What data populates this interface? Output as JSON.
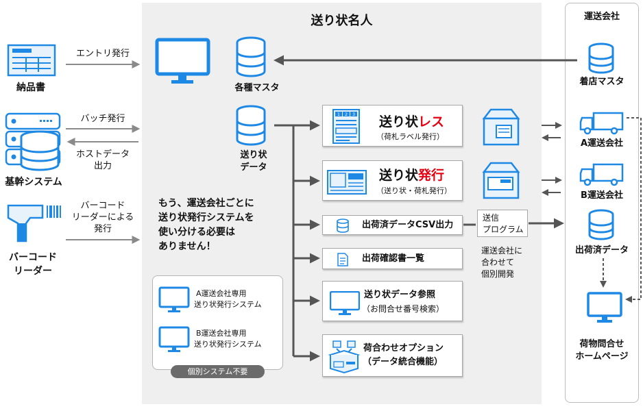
{
  "title": "送り状名人",
  "carrier_panel": {
    "title": "運送会社"
  },
  "left": {
    "delivery_note": "納品書",
    "entry_issue": "エントリ発行",
    "core_system": "基幹システム",
    "batch_issue": "バッチ発行",
    "host_output": [
      "ホストデータ",
      "出力"
    ],
    "barcode_reader": [
      "バーコード",
      "リーダー"
    ],
    "barcode_issue": [
      "バーコード",
      "リーダーによる",
      "発行"
    ]
  },
  "center": {
    "master": "各種マスタ",
    "slip_data": [
      "送り状",
      "データ"
    ],
    "message": [
      "もう、運送会社ごとに",
      "送り状発行システムを",
      "使い分ける必要は",
      "ありません！"
    ],
    "system_a": [
      "A運送会社専用",
      "送り状発行システム"
    ],
    "system_b": [
      "B運送会社専用",
      "送り状発行システム"
    ],
    "no_separate": "個別システム不要"
  },
  "outputs": {
    "less": {
      "main": "送り状",
      "accent": "レス",
      "sub": "（荷札ラベル発行）"
    },
    "issue": {
      "main": "送り状",
      "accent": "発行",
      "sub": "（送り状・荷札発行）"
    },
    "csv": "出荷済データCSV出力",
    "confirm": "出荷確認書一覧",
    "reference": [
      "送り状データ参照",
      "（お問合せ番号検索）"
    ],
    "merge": [
      "荷合わせオプション",
      "（データ統合機能）"
    ]
  },
  "transfer": {
    "program": [
      "送信",
      "プログラム"
    ],
    "note": [
      "運送会社に",
      "合わせて",
      "個別開発"
    ]
  },
  "right": {
    "store_master": "着店マスタ",
    "carrier_a": "A運送会社",
    "carrier_b": "B運送会社",
    "shipped_data": "出荷済データ",
    "inquiry": [
      "荷物問合せ",
      "ホームページ"
    ]
  },
  "colors": {
    "accent_blue": "#1e88e5",
    "accent_red": "#e60012",
    "arrow_gray": "#8a8a8a",
    "arrow_dark": "#555555"
  },
  "icons": [
    "form-icon",
    "monitor-icon",
    "database-icon",
    "server-icon",
    "barcode-scanner-icon",
    "box-icon",
    "truck-icon",
    "csv-icon",
    "document-icon",
    "merge-icon"
  ]
}
